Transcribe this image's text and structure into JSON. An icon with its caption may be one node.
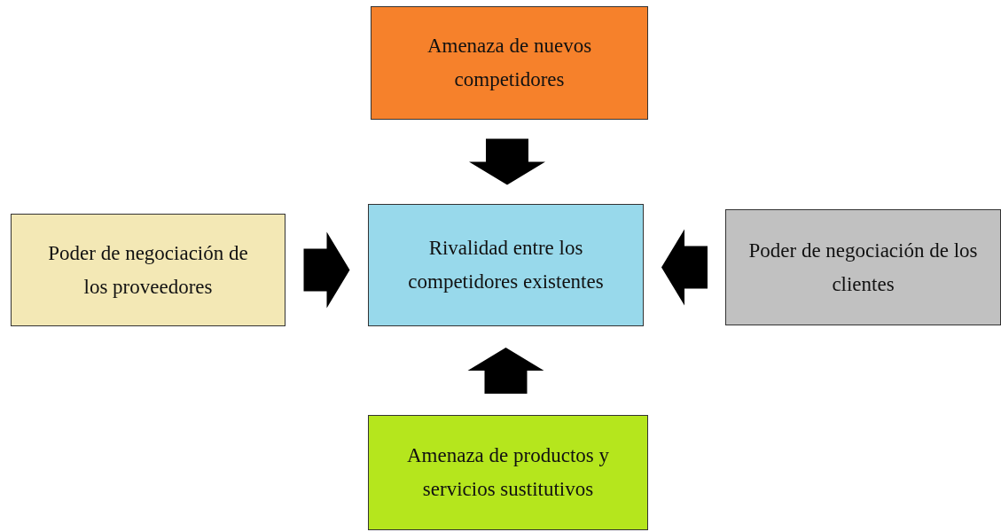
{
  "diagram": {
    "nodes": [
      {
        "text": [
          "Amenaza de nuevos competidores"
        ]
      },
      {
        "text": [
          "Poder de negociación de los proveedores"
        ]
      },
      {
        "text": [
          "Rivalidad entre los competidores existentes"
        ]
      },
      {
        "text": [
          "Poder de negociación de los clientes"
        ]
      },
      {
        "text": [
          "Amenaza de productos y servicios sustitutivos"
        ]
      }
    ],
    "edges": [
      {
        "from": 0,
        "to": 2,
        "arrow": "to"
      },
      {
        "from": 1,
        "to": 2,
        "arrow": "to"
      },
      {
        "from": 3,
        "to": 2,
        "arrow": "to"
      },
      {
        "from": 4,
        "to": 2,
        "arrow": "to"
      }
    ]
  }
}
